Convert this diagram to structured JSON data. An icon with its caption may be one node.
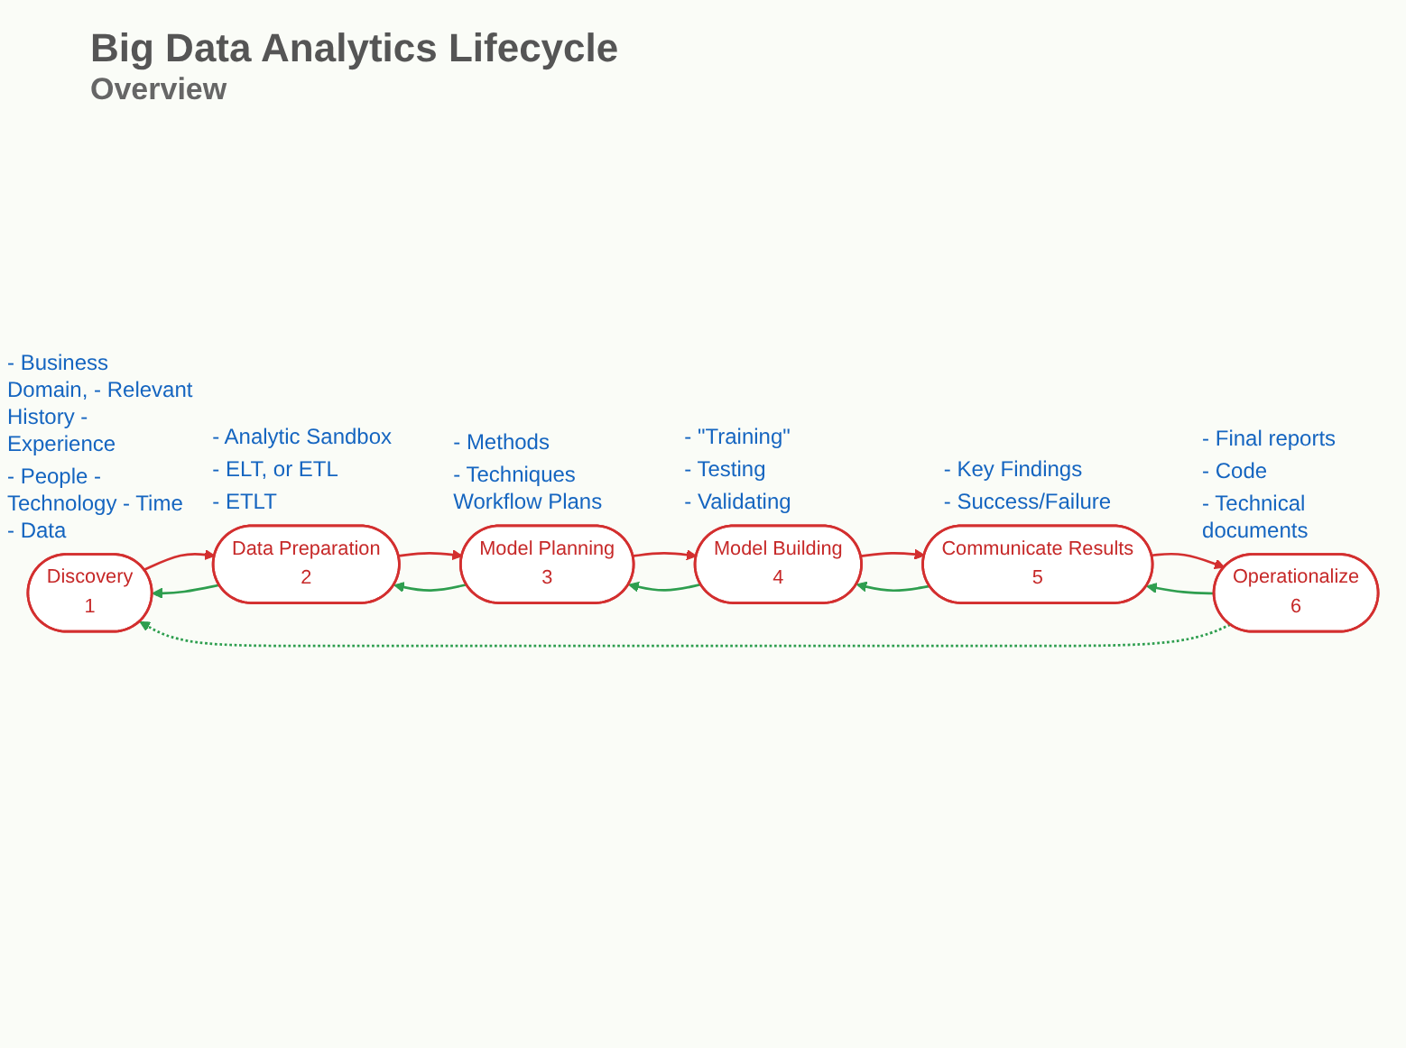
{
  "diagram": {
    "title": "Big Data Analytics Lifecycle",
    "nodes": [
      {
        "text": [
          "Discovery",
          "1"
        ],
        "beside": [
          "- Business Domain, - Relevant History - Experience",
          "- People - Technology - Time - Data"
        ]
      },
      {
        "text": [
          "Data Preparation",
          "2"
        ],
        "beside": [
          "- Analytic Sandbox",
          "- ELT, or ETL",
          "- ETLT"
        ]
      },
      {
        "text": [
          "Model Planning",
          "3"
        ],
        "beside": [
          "- Methods",
          "- Techniques Workflow Plans"
        ]
      },
      {
        "text": [
          "Model Building",
          "4"
        ],
        "beside": [
          "- \"Training\"",
          "- Testing",
          "- Validating"
        ]
      },
      {
        "text": [
          "Communicate Results",
          "5"
        ],
        "beside": [
          "- Key Findings",
          "- Success/Failure"
        ]
      },
      {
        "text": [
          "Operationalize",
          "6"
        ],
        "beside": [
          "- Final reports",
          "- Code",
          "- Technical documents"
        ]
      }
    ],
    "edges": [
      {
        "from": 0,
        "to": 1,
        "arrow": "to",
        "color": "#d32f2f"
      },
      {
        "from": 1,
        "to": 0,
        "arrow": "to",
        "color": "#2e9e4f"
      },
      {
        "from": 1,
        "to": 2,
        "arrow": "to",
        "color": "#d32f2f"
      },
      {
        "from": 2,
        "to": 1,
        "arrow": "to",
        "color": "#2e9e4f"
      },
      {
        "from": 3,
        "to": 2,
        "arrow": "to",
        "color": "#2e9e4f"
      },
      {
        "from": 2,
        "to": 3,
        "arrow": "to",
        "color": "#d32f2f"
      },
      {
        "from": 3,
        "to": 4,
        "arrow": "to",
        "color": "#d32f2f"
      },
      {
        "from": 4,
        "to": 3,
        "arrow": "to",
        "color": "#2e9e4f"
      },
      {
        "from": 4,
        "to": 5,
        "arrow": "to",
        "color": "#d32f2f"
      },
      {
        "from": 5,
        "to": 4,
        "arrow": "to",
        "color": "#2e9e4f"
      },
      {
        "from": 5,
        "to": 0,
        "arrow": "to",
        "style": "dashed",
        "color": "#2e9e4f"
      }
    ],
    "labels": [
      "Overview"
    ]
  }
}
